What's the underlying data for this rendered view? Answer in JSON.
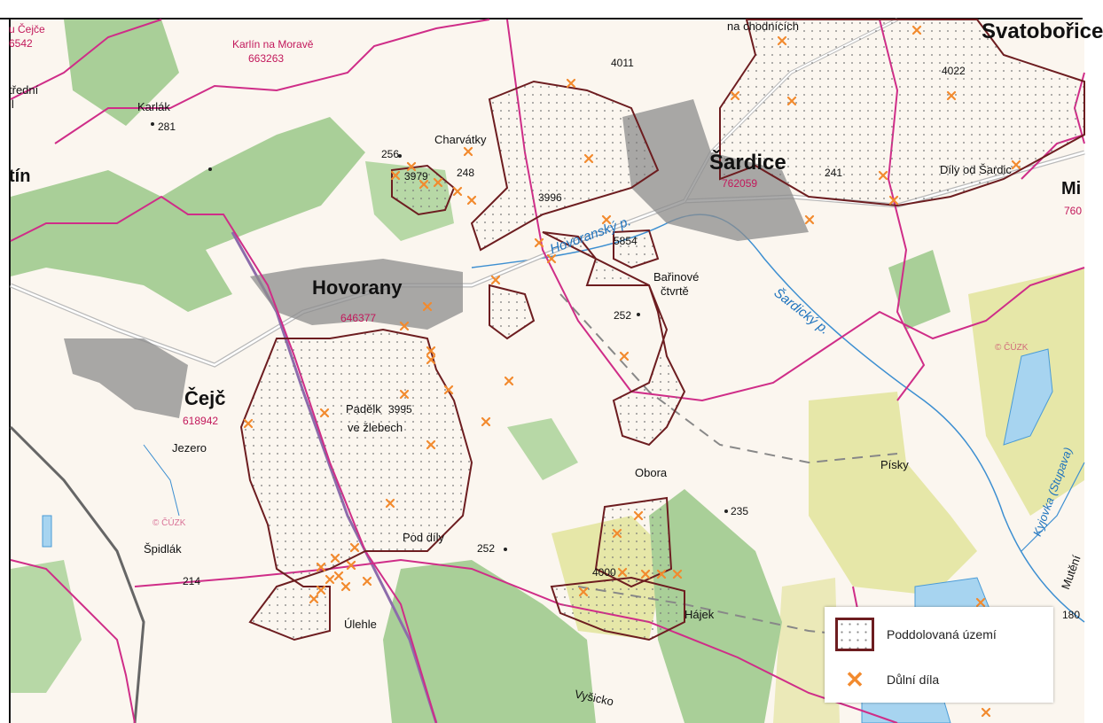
{
  "map": {
    "colors": {
      "forest": "#a9cf98",
      "open": "#fbf6ef",
      "fields": "#e6e7a8",
      "water": "#a7d4f0",
      "boundary": "#cf2d88",
      "subsided": "#6d1d20",
      "mine": "#f28a2e",
      "road": "#9a9a9a"
    },
    "labels": {
      "svatoboric": "Svatobořice",
      "karlin": "Karlín na Moravě",
      "karlin_code": "663263",
      "u_cejce": "u Čejče",
      "u_cejce_code": "6542",
      "stredni": "třední",
      "il": "il",
      "karlak": "Karlák",
      "karlak_h": "281",
      "chodnicich": "na chodnících",
      "n4011": "4011",
      "n4022": "4022",
      "charvatky": "Charvátky",
      "n256": "256",
      "n248": "248",
      "n3979": "3979",
      "n3996": "3996",
      "sardice": "Šardice",
      "sardice_code": "762059",
      "n241": "241",
      "dily": "Díly od Šardic",
      "mi": "Mi",
      "mi_code": "760",
      "tin": "tín",
      "hovorany": "Hovorany",
      "hovorany_code": "646377",
      "hovoransky": "Hovoranský p.",
      "n5854": "5854",
      "barinove": "Bařinové",
      "ctvrte": "čtvrtě",
      "n252a": "252",
      "sardicky": "Šardický p.",
      "cuzk1": "© ČÚZK",
      "cejc": "Čejč",
      "cejc_code": "618942",
      "jezero": "Jezero",
      "padelk": "Padělk",
      "n3995": "3995",
      "zlebech": "ve žlebech",
      "pisky": "Písky",
      "kyjovka": "Kyjovka (Stupava)",
      "obora": "Obora",
      "n235": "235",
      "pod_dily": "Pod díly",
      "n252b": "252",
      "cuzk2": "© ČÚZK",
      "spidlak": "Špidlák",
      "n214": "214",
      "n4000": "4000",
      "hajek": "Hájek",
      "ulehle": "Úlehle",
      "vysicko": "Vyšicko",
      "muteni": "Mutění",
      "n180": "180"
    },
    "legend": {
      "subsided_label": "Poddolovaná území",
      "mines_label": "Důlní díla"
    }
  }
}
